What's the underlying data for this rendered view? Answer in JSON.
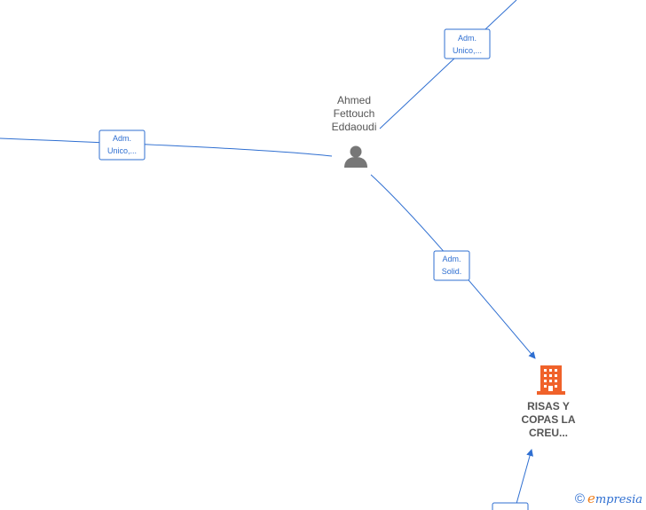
{
  "nodes": {
    "person": {
      "name_lines": [
        "Ahmed",
        "Fettouch",
        "Eddaoudi"
      ],
      "icon": "person-icon",
      "color": "#777777"
    },
    "company": {
      "name_lines": [
        "RISAS Y",
        "COPAS LA",
        "CREU..."
      ],
      "icon": "building-icon",
      "color": "#f0622a"
    }
  },
  "edges": [
    {
      "id": "edge-left",
      "label_lines": [
        "Adm.",
        "Unico,..."
      ]
    },
    {
      "id": "edge-top",
      "label_lines": [
        "Adm.",
        "Unico,..."
      ]
    },
    {
      "id": "edge-company",
      "label_lines": [
        "Adm.",
        "Solid."
      ]
    },
    {
      "id": "edge-bottom",
      "label_lines": []
    }
  ],
  "watermark": {
    "symbol": "©",
    "brand_initial": "e",
    "brand_rest": "mpresia"
  },
  "colors": {
    "edge": "#2f6fd1",
    "label_text": "#2f6fd1",
    "node_text": "#555555"
  }
}
